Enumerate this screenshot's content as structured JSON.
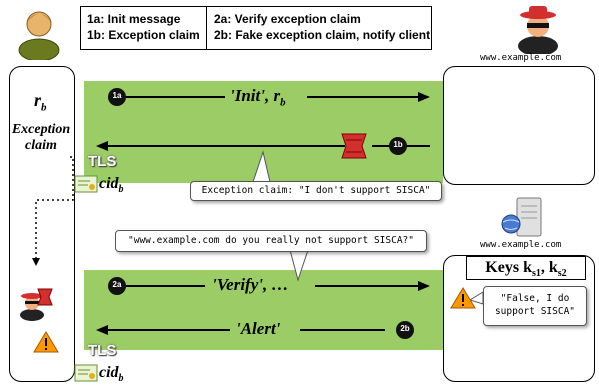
{
  "legend": {
    "line1a": "1a: Init message",
    "line1b": "1b: Exception claim",
    "line2a": "2a: Verify exception claim",
    "line2b": "2b: Fake exception claim, notify client"
  },
  "server": {
    "domain_top": "www.example.com",
    "domain_mid": "www.example.com",
    "keys_label": "Keys k",
    "keys_sub1": "s1",
    "keys_sep": ", k",
    "keys_sub2": "s2",
    "reply_bubble": "\"False, I do support SISCA\""
  },
  "client": {
    "r_label": "r",
    "r_sub": "b",
    "exception_label": "Exception claim"
  },
  "messages": {
    "m1a_badge": "1a",
    "m1a_label": "'Init', r",
    "m1a_sub": "b",
    "m1b_badge": "1b",
    "exception_bubble": "Exception claim: \"I don't support SISCA\"",
    "question_bubble": "\"www.example.com do you really not support SISCA?\"",
    "m2a_badge": "2a",
    "m2a_label": "'Verify', …",
    "m2b_badge": "2b",
    "m2b_label": "'Alert'"
  },
  "tls": {
    "tls1": "TLS",
    "tls2": "TLS",
    "cid1": "cid",
    "cid1_sub": "b",
    "cid2": "cid",
    "cid2_sub": "b"
  },
  "colors": {
    "band": "#9ccc65",
    "attacker_red": "#d32f2f",
    "warning_orange": "#ff9800"
  }
}
